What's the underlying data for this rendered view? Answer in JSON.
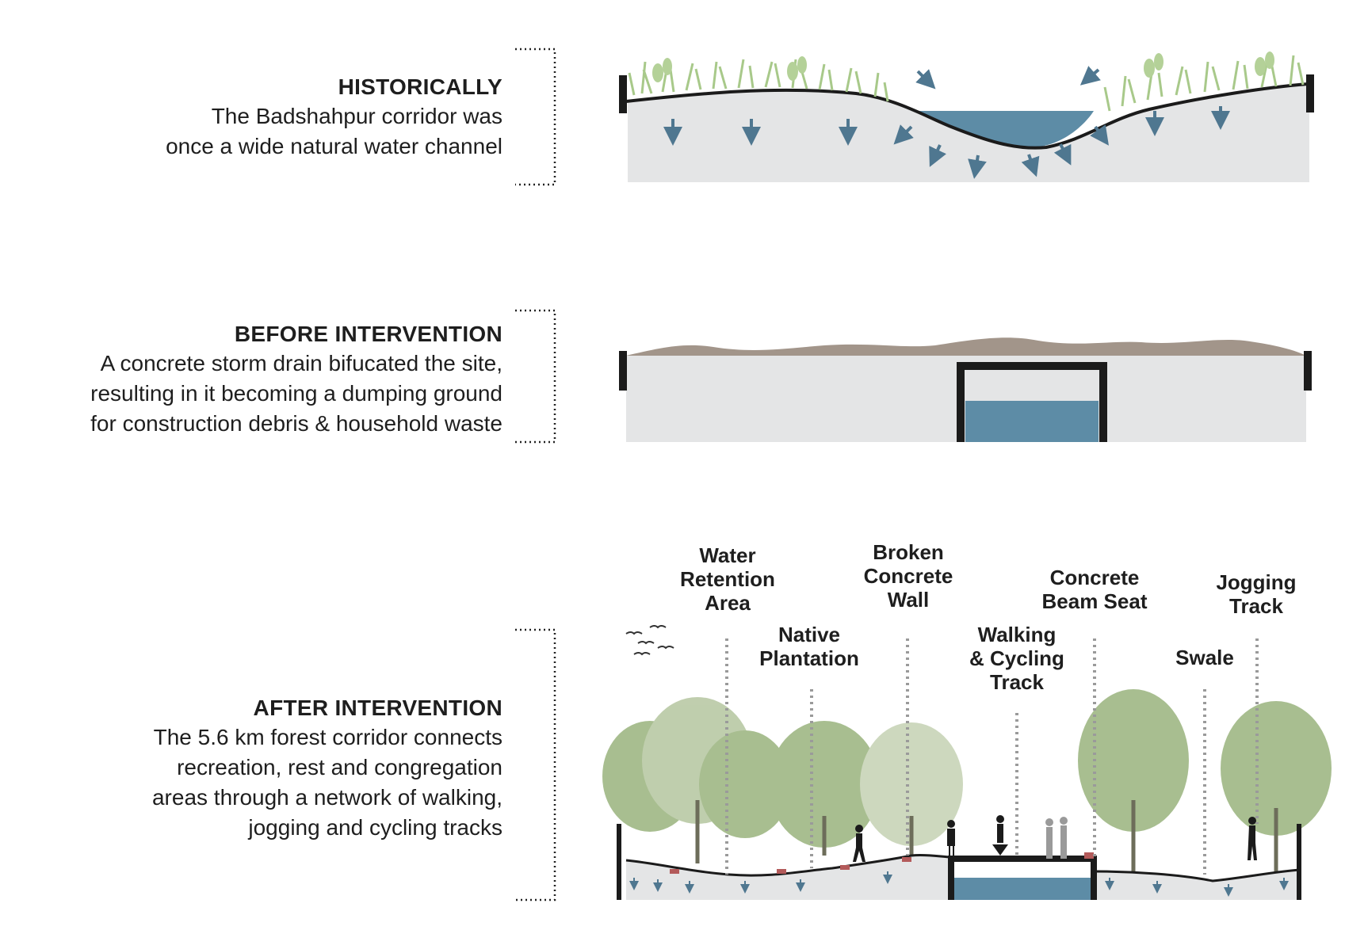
{
  "sections": [
    {
      "heading": "HISTORICALLY",
      "lines": [
        "The Badshahpur corridor was",
        "once a wide natural water channel"
      ]
    },
    {
      "heading": "BEFORE INTERVENTION",
      "lines": [
        "A concrete storm drain bifucated the site,",
        "resulting in it becoming a dumping ground",
        "for construction debris & household waste"
      ]
    },
    {
      "heading": "AFTER INTERVENTION",
      "lines": [
        "The 5.6 km forest corridor connects",
        "recreation, rest and congregation",
        "areas through a network of walking,",
        "jogging and cycling tracks"
      ]
    }
  ],
  "labels": {
    "water_retention": [
      "Water",
      "Retention",
      "Area"
    ],
    "native_plantation": [
      "Native",
      "Plantation"
    ],
    "broken_wall": [
      "Broken",
      "Concrete",
      "Wall"
    ],
    "walking_cycling": [
      "Walking",
      "& Cycling",
      "Track"
    ],
    "beam_seat": [
      "Concrete",
      "Beam Seat"
    ],
    "swale": [
      "Swale"
    ],
    "jogging_track": [
      "Jogging",
      "Track"
    ]
  },
  "colors": {
    "ground": "#e4e5e6",
    "water": "#5d8ca6",
    "grass": "#a8c98a",
    "tree": "#9fb784",
    "arrow": "#4f7790",
    "debris": "#a2958a",
    "brick": "#b35a5a"
  }
}
